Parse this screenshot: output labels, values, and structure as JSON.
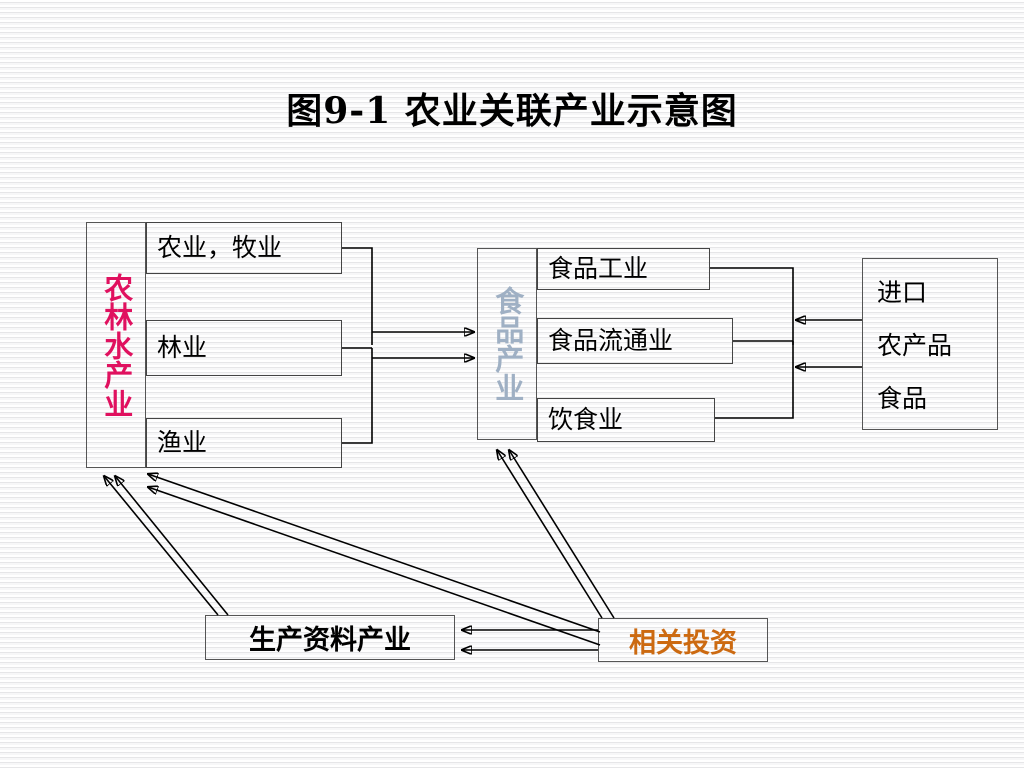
{
  "slide": {
    "title": "图9-1  农业关联产业示意图",
    "background": "#ffffff"
  },
  "colors": {
    "primary_group_label": "#E0115F",
    "secondary_group_label": "#9FB0C4",
    "investment_text": "#CC6A11",
    "box_border": "#555555",
    "connector": "#000000",
    "body_text": "#000000"
  },
  "groups": {
    "primary": {
      "label": "农林水产业",
      "label_color": "#E0115F",
      "items": [
        {
          "label": "农业，牧业"
        },
        {
          "label": "林业"
        },
        {
          "label": "渔业"
        }
      ]
    },
    "food": {
      "label": "食品产业",
      "label_color": "#9FB0C4",
      "items": [
        {
          "label": "食品工业"
        },
        {
          "label": "食品流通业"
        },
        {
          "label": "饮食业"
        }
      ]
    },
    "imports": {
      "lines": [
        "进口",
        "农产品",
        "食品"
      ]
    }
  },
  "bottom": {
    "materials": {
      "label": "生产资料产业",
      "color": "#000000"
    },
    "investment": {
      "label": "相关投资",
      "color": "#CC6A11"
    }
  },
  "connectors": [
    {
      "name": "primary-to-food-upper",
      "from": "农林水产业",
      "to": "食品产业",
      "direction": "right"
    },
    {
      "name": "primary-to-food-lower",
      "from": "农林水产业",
      "to": "食品产业",
      "direction": "right"
    },
    {
      "name": "imports-to-food-upper",
      "from": "进口农产品食品",
      "to": "食品产业",
      "direction": "left"
    },
    {
      "name": "imports-to-food-lower",
      "from": "进口农产品食品",
      "to": "食品产业",
      "direction": "left"
    },
    {
      "name": "materials-to-primary",
      "from": "生产资料产业",
      "to": "农林水产业",
      "direction": "up-left"
    },
    {
      "name": "investment-to-primary",
      "from": "相关投资",
      "to": "农林水产业",
      "direction": "up-left"
    },
    {
      "name": "investment-to-food",
      "from": "相关投资",
      "to": "食品产业",
      "direction": "up-left"
    },
    {
      "name": "investment-to-materials",
      "from": "相关投资",
      "to": "生产资料产业",
      "direction": "left"
    }
  ]
}
